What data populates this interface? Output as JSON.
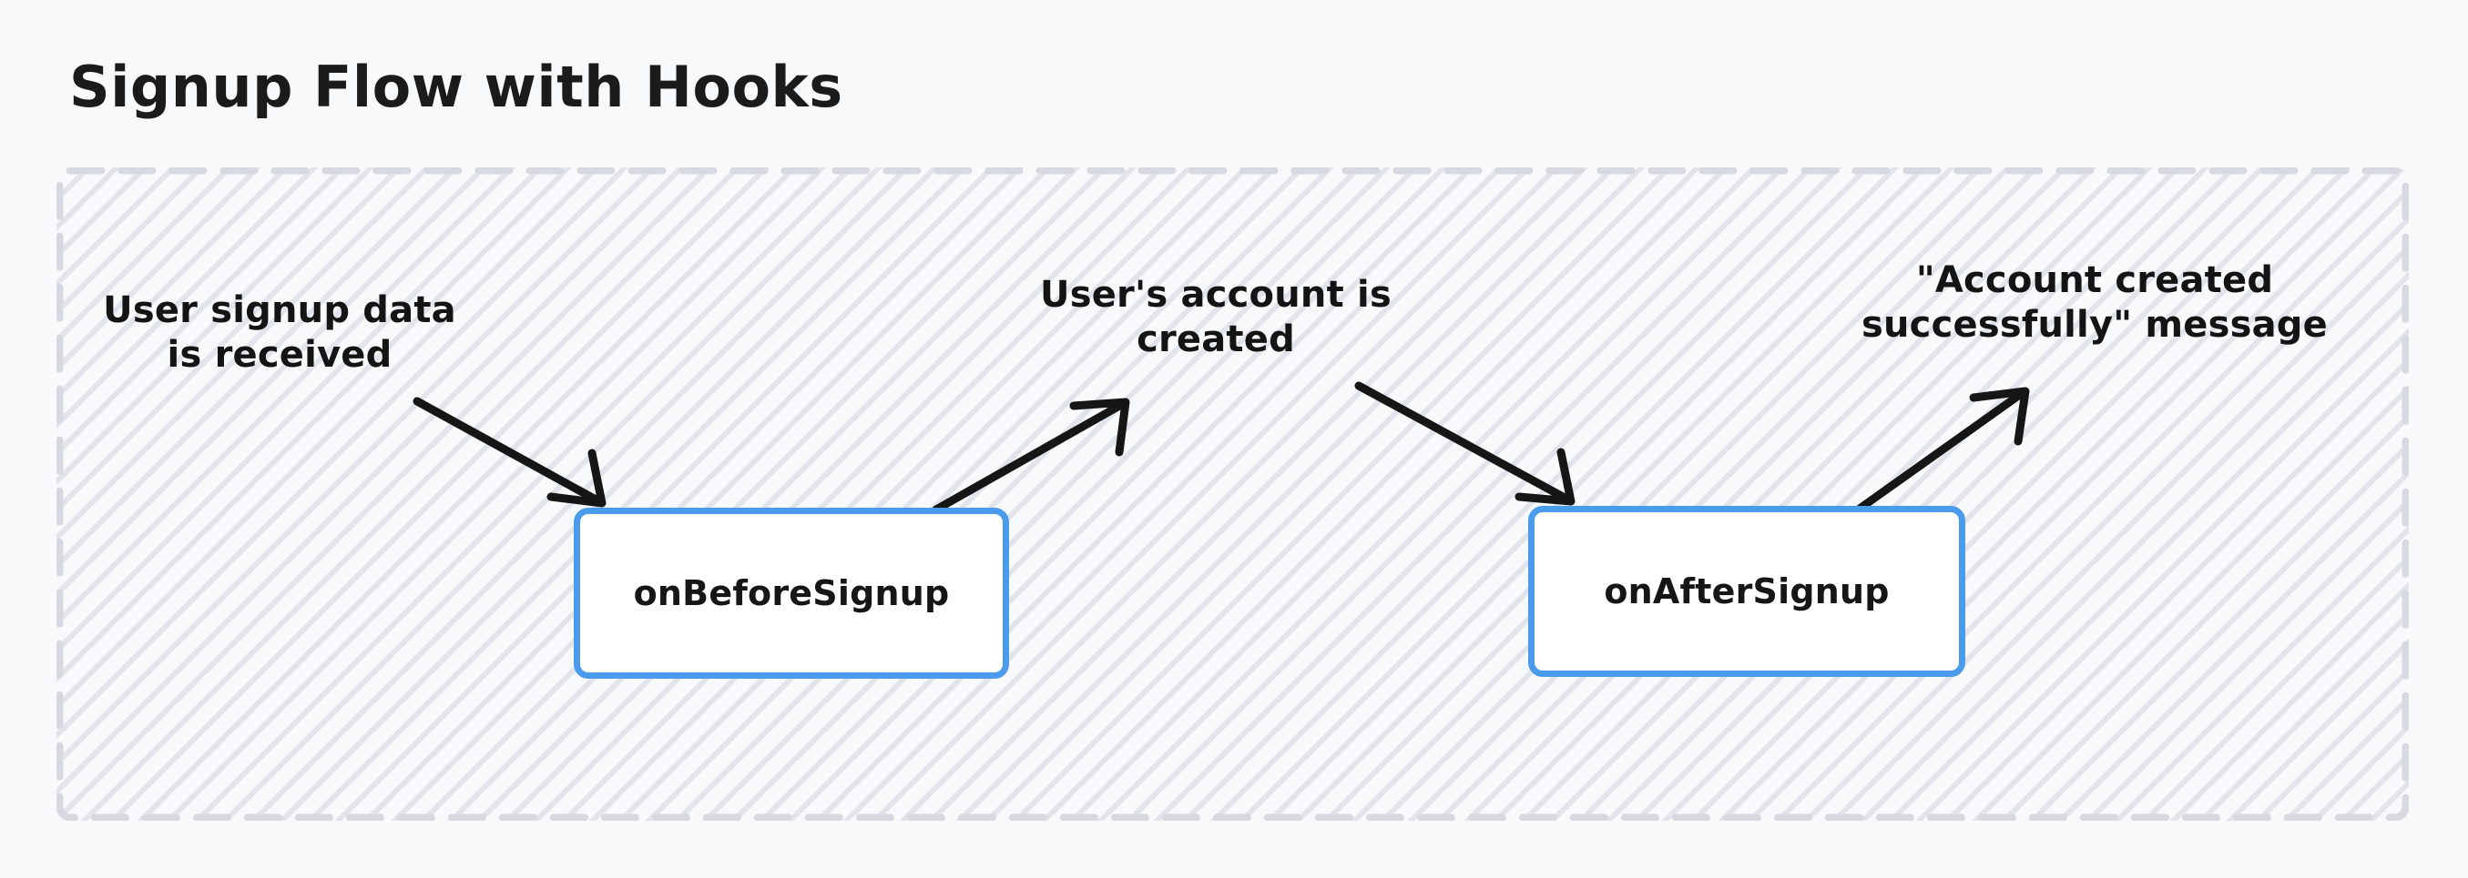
{
  "page": {
    "title": "Signup Flow with Hooks",
    "background_color": "#f7f9fb"
  },
  "container": {
    "border_color": "#d6dae0",
    "fill_color": "#f8f9fb",
    "hatch_color": "#ced3dc",
    "style": "dashed-rounded"
  },
  "hooks": [
    {
      "label": "onBeforeSignup",
      "border_color": "#4a9beb",
      "fill_color": "#ffffff"
    },
    {
      "label": "onAfterSignup",
      "border_color": "#4a9beb",
      "fill_color": "#ffffff"
    }
  ],
  "labels": [
    {
      "text": "User signup data\nis received"
    },
    {
      "text": "User's account is\ncreated"
    },
    {
      "text": "\"Account created\nsuccessfully\" message"
    }
  ],
  "arrows": [
    {
      "name": "signup-data-to-onbeforesignup",
      "from": "User signup data is received",
      "to": "onBeforeSignup",
      "color": "#161616"
    },
    {
      "name": "onbeforesignup-to-account-created",
      "from": "onBeforeSignup",
      "to": "User's account is created",
      "color": "#161616"
    },
    {
      "name": "account-created-to-onaftersignup",
      "from": "User's account is created",
      "to": "onAfterSignup",
      "color": "#161616"
    },
    {
      "name": "onaftersignup-to-success-message",
      "from": "onAfterSignup",
      "to": "\"Account created successfully\" message",
      "color": "#161616"
    }
  ]
}
